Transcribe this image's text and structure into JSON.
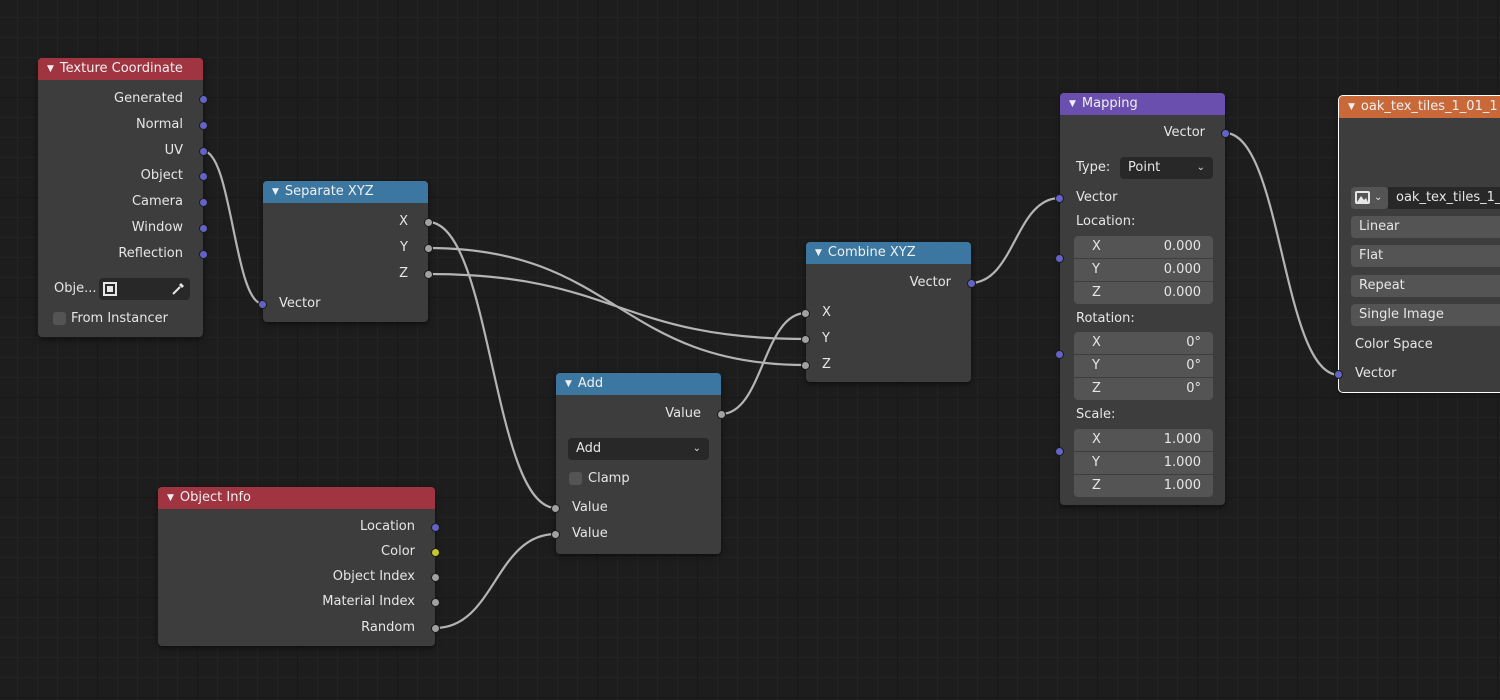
{
  "colors": {
    "background": "#1d1d1d",
    "node_body": "#3d3d3d",
    "header_input": "#a13441",
    "header_converter": "#3b77a0",
    "header_vector": "#6b4fae",
    "header_texture": "#c9693a",
    "socket_vector": "#6363c7",
    "socket_value": "#a1a1a1",
    "socket_color": "#c7c729",
    "wire": "#b4b4b4"
  },
  "texture_coordinate": {
    "title": "Texture Coordinate",
    "outputs": [
      "Generated",
      "Normal",
      "UV",
      "Object",
      "Camera",
      "Window",
      "Reflection"
    ],
    "object_label": "Obje...",
    "object_field_icon": "object-selector-icon",
    "eyedropper_icon": "eyedropper-icon",
    "from_instancer": "From Instancer"
  },
  "separate_xyz": {
    "title": "Separate XYZ",
    "outputs": [
      "X",
      "Y",
      "Z"
    ],
    "input": "Vector"
  },
  "combine_xyz": {
    "title": "Combine XYZ",
    "output": "Vector",
    "inputs": [
      "X",
      "Y",
      "Z"
    ]
  },
  "math_add": {
    "title": "Add",
    "output": "Value",
    "operation": "Add",
    "clamp": "Clamp",
    "inputs": [
      "Value",
      "Value"
    ]
  },
  "object_info": {
    "title": "Object Info",
    "outputs": [
      "Location",
      "Color",
      "Object Index",
      "Material Index",
      "Random"
    ]
  },
  "mapping": {
    "title": "Mapping",
    "output": "Vector",
    "type_label": "Type:",
    "type_value": "Point",
    "vector_input": "Vector",
    "location_label": "Location:",
    "location": [
      [
        "X",
        "0.000"
      ],
      [
        "Y",
        "0.000"
      ],
      [
        "Z",
        "0.000"
      ]
    ],
    "rotation_label": "Rotation:",
    "rotation": [
      [
        "X",
        "0°"
      ],
      [
        "Y",
        "0°"
      ],
      [
        "Z",
        "0°"
      ]
    ],
    "scale_label": "Scale:",
    "scale": [
      [
        "X",
        "1.000"
      ],
      [
        "Y",
        "1.000"
      ],
      [
        "Z",
        "1.000"
      ]
    ]
  },
  "image_texture": {
    "title": "oak_tex_tiles_1_01_1",
    "image_name": "oak_tex_tiles_1_",
    "image_icon": "image-icon",
    "interpolation": "Linear",
    "projection": "Flat",
    "extension": "Repeat",
    "source": "Single Image",
    "color_space_label": "Color Space",
    "vector_input": "Vector"
  }
}
